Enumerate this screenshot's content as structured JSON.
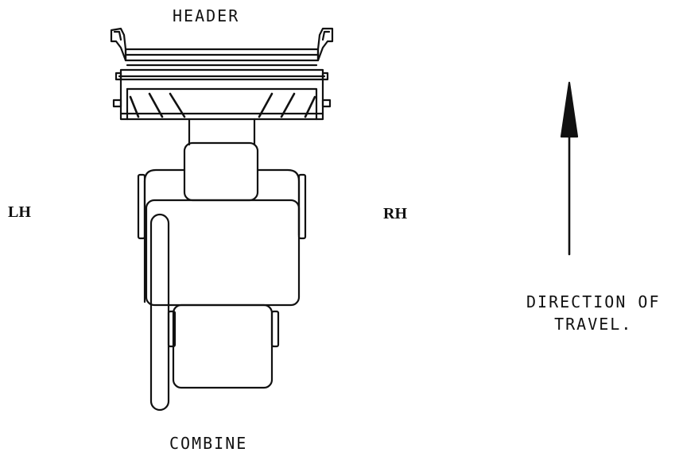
{
  "labels": {
    "header": "HEADER",
    "combine": "COMBINE",
    "left_side": "LH",
    "right_side": "RH",
    "direction_line1": "DIRECTION OF",
    "direction_line2": "TRAVEL."
  },
  "colors": {
    "ink": "#111111",
    "background": "#ffffff"
  }
}
